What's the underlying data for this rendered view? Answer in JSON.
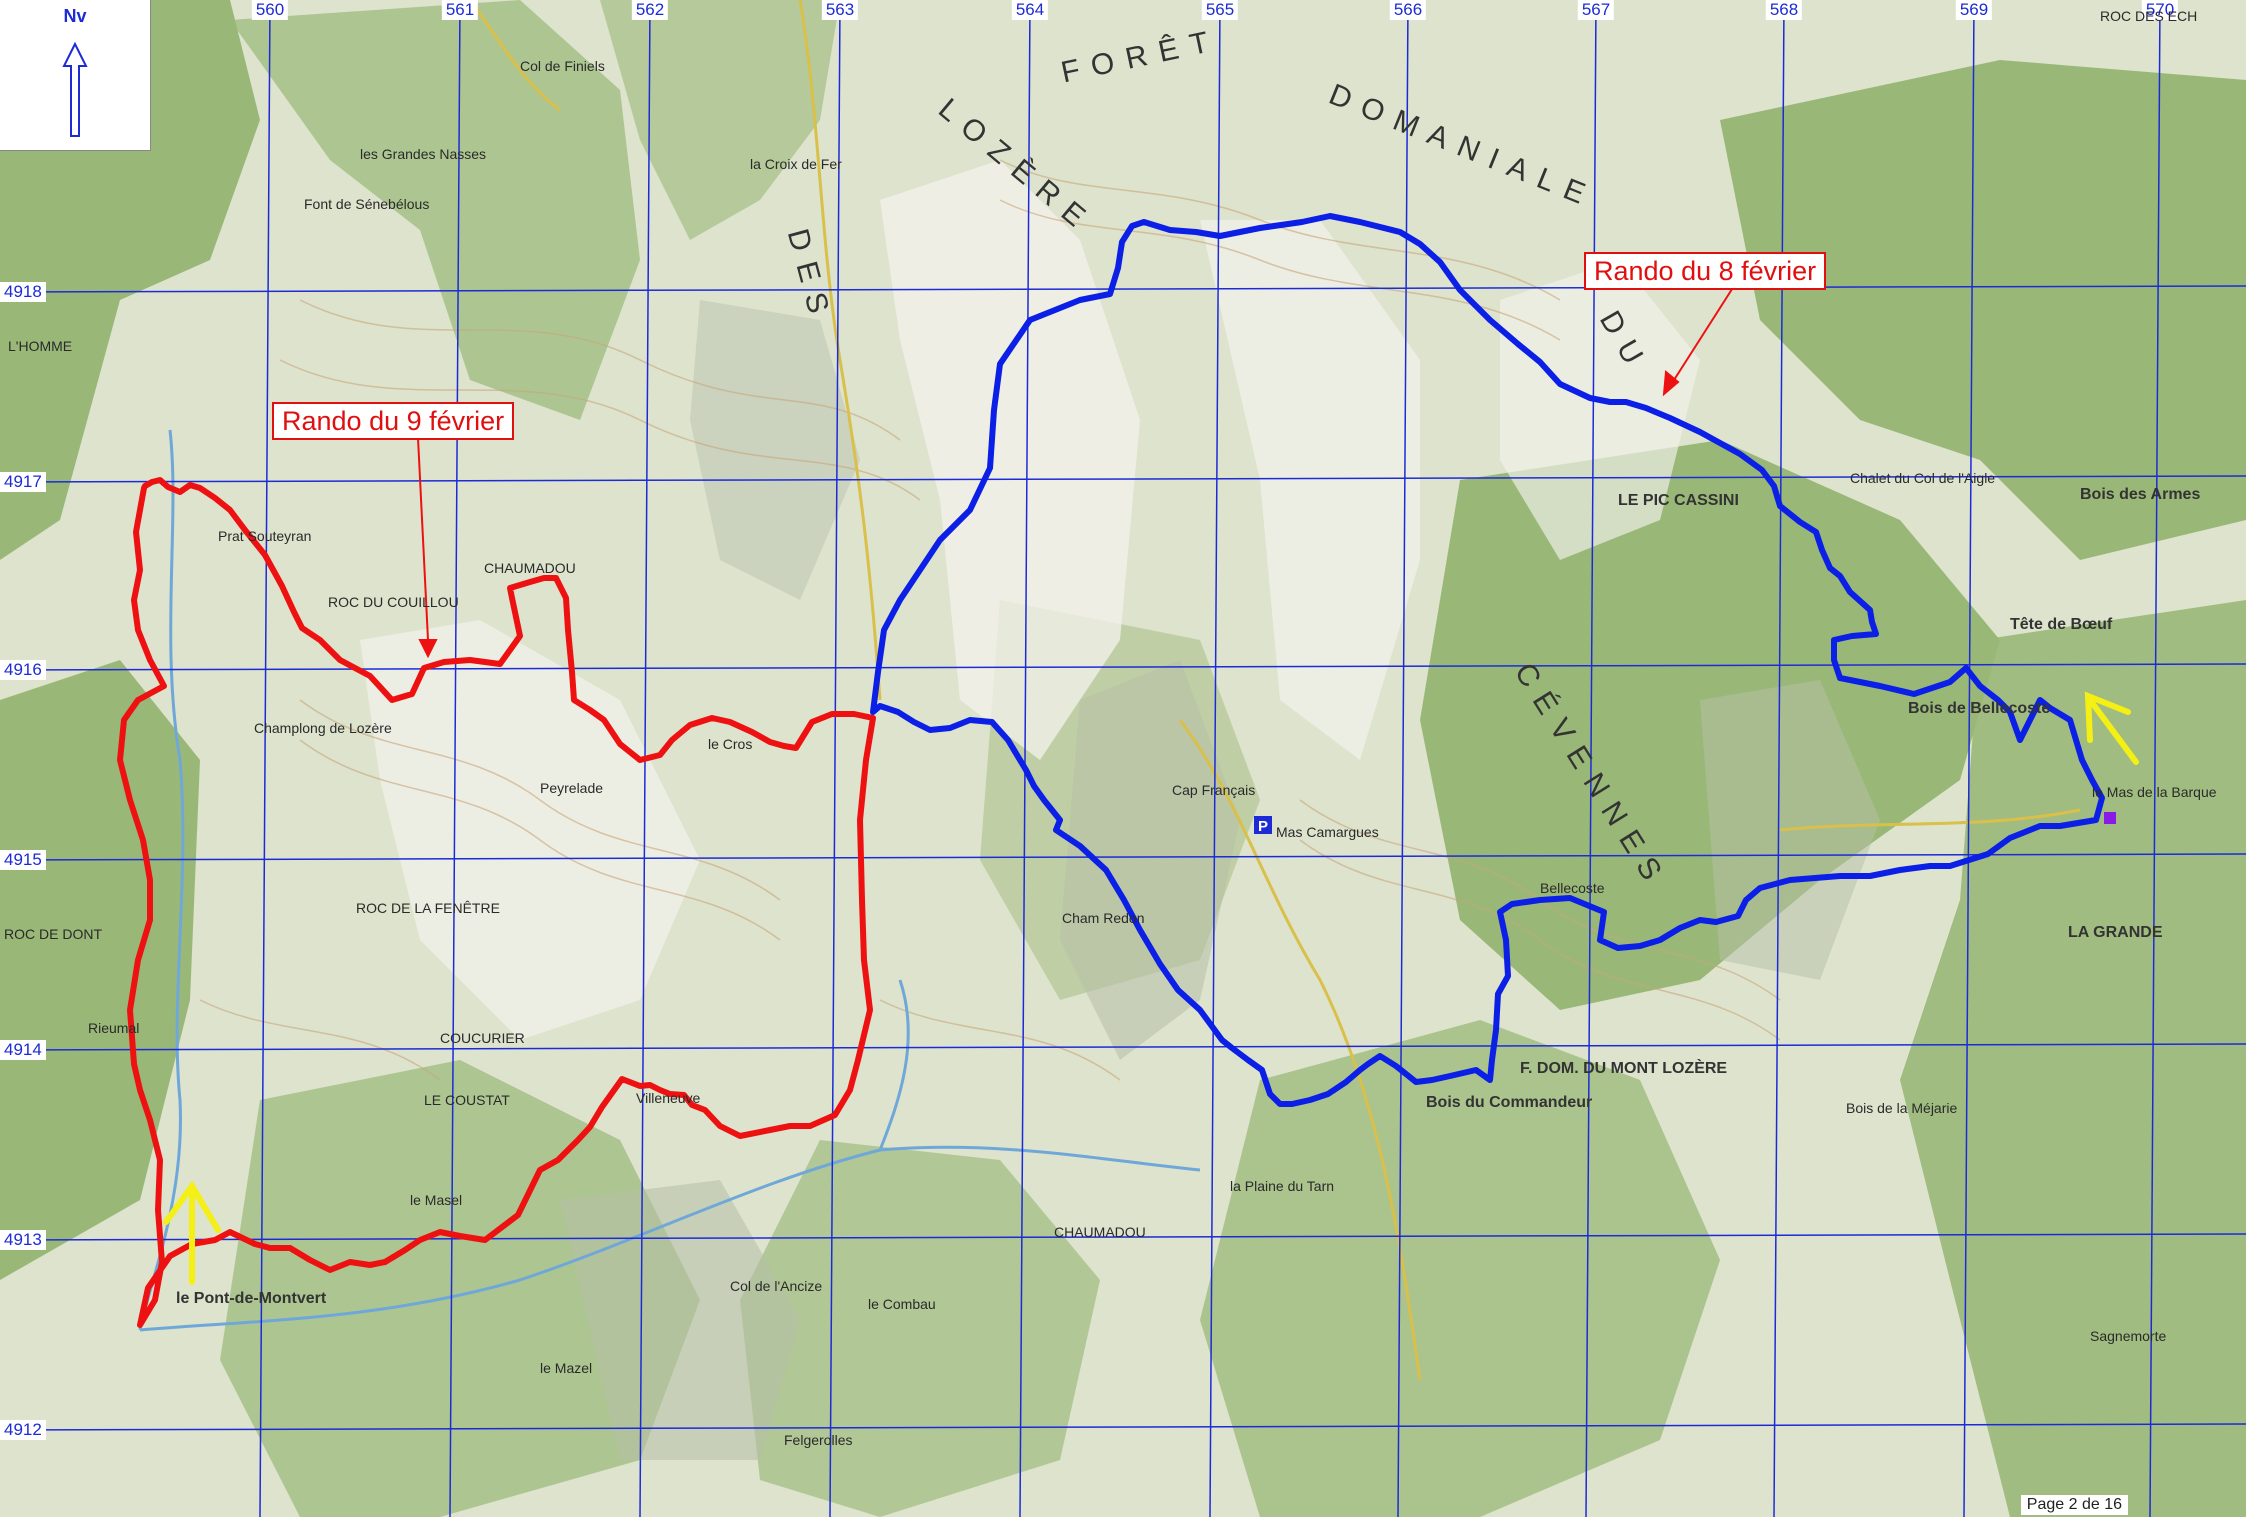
{
  "north_label": "Nv",
  "grid": {
    "eastings": [
      "560",
      "561",
      "562",
      "563",
      "564",
      "565",
      "566",
      "567",
      "568",
      "569",
      "570"
    ],
    "northings": [
      "4918",
      "4917",
      "4916",
      "4915",
      "4914",
      "4913",
      "4912"
    ]
  },
  "routes": {
    "feb9": {
      "label": "Rando du 9 février",
      "color": "#ee1111"
    },
    "feb8": {
      "label": "Rando du 8 février",
      "color": "#0b1fe6"
    }
  },
  "places": {
    "p_finiels": "Col de Finiels",
    "p_croix_fer": "la Croix de Fer",
    "p_grandes_nasses": "les Grandes Nasses",
    "p_font_senebelous": "Font de Sénebélous",
    "p_foret": "FORÊT",
    "p_domaniale": "DOMANIALE",
    "p_du": "DU",
    "p_des": "DES",
    "p_lozere_big": "LOZÈRE",
    "p_cevennes_big": "CÉVENNES",
    "p_pic_cassini": "LE PIC CASSINI",
    "p_chalet_aigle": "Chalet du Col de l'Aigle",
    "p_bois_armes": "Bois des Armes",
    "p_tete_boeuf": "Tête de Bœuf",
    "p_bois_bellecoste": "Bois de Bellecoste",
    "p_roc_coulal": "ROC DU COUILLOU",
    "p_chaumadou": "CHAUMADOU",
    "p_prat_souteyran": "Prat Souteyran",
    "p_champlong": "Champlong de Lozère",
    "p_peyrelade": "Peyrelade",
    "p_le_cros": "le Cros",
    "p_roc_fenetre": "ROC DE LA FENÊTRE",
    "p_coucurier": "COUCURIER",
    "p_le_coustat": "LE COUSTAT",
    "p_le_masel": "le Masel",
    "p_pont_montvert": "le Pont-de-Montvert",
    "p_rieumal": "Rieumal",
    "p_mas_camargues": "Mas Camargues",
    "p_cap_francais": "Cap Français",
    "p_champ_redon": "Cham Redon",
    "p_bellecoste": "Bellecoste",
    "p_bois_commandeur": "Bois du Commandeur",
    "p_f_dom_mont_lozere": "F. DOM. DU MONT LOZÈRE",
    "p_plaine_tarn": "la Plaine du Tarn",
    "p_bois_mejarie": "Bois de la Méjarie",
    "p_la_grande": "LA GRANDE",
    "p_felgerolles": "Felgerolles",
    "p_chaumadou_s": "CHAUMADOU",
    "p_le_combau": "le Combau",
    "p_villeneuve": "Villeneuve",
    "p_col_ancize": "Col de l'Ancize",
    "p_sagnemorte": "Sagnemorte",
    "p_le_mazel_s": "le Mazel",
    "p_roc_ech": "ROC DES ECH",
    "p_l_homme": "L'HOMME",
    "p_roc_dominique": "ROC DE DONT",
    "p_mas_balme": "le Mas de la Barque"
  },
  "footer": "Page 2 de 16",
  "colors": {
    "grid": "#1d2bd6",
    "start_arrow": "#f4ef15",
    "forest": "#8fb06a",
    "meadow": "#eae5d6"
  }
}
